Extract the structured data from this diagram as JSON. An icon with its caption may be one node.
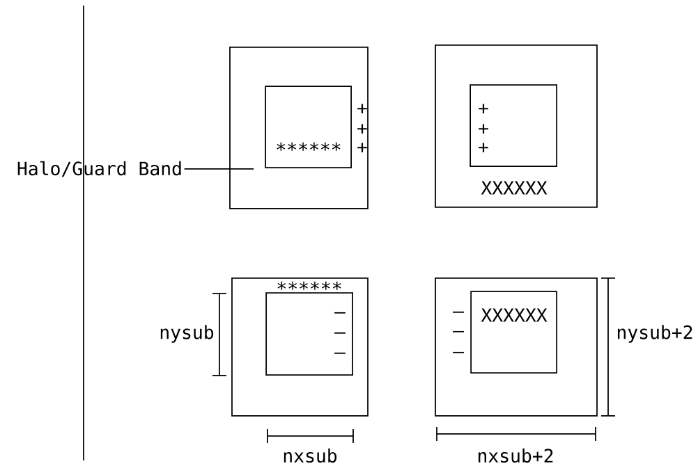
{
  "diagram": {
    "nodes": [
      {
        "text": [],
        "shape": "box"
      },
      {
        "text": [],
        "shape": "box",
        "in": 0
      },
      {
        "text": [],
        "shape": "box"
      },
      {
        "text": [],
        "shape": "box",
        "in": 2
      },
      {
        "text": [],
        "shape": "box"
      },
      {
        "text": [],
        "shape": "box",
        "in": 4
      },
      {
        "text": [],
        "shape": "box"
      },
      {
        "text": [],
        "shape": "box",
        "in": 6
      },
      {
        "text": [
          "Halo/Guard Band"
        ]
      }
    ],
    "edges": [
      {
        "from": 8,
        "to": 0,
        "arrow": "none"
      }
    ],
    "labels": [
      "+",
      "+",
      "∗∗∗∗∗∗",
      "+",
      "+",
      "+",
      "+",
      "XXXXXX",
      "∗∗∗∗∗∗",
      "–",
      "–",
      "XXXXXX",
      "–",
      "–",
      "–",
      "–",
      "nysub",
      "nysub+2",
      "nxsub",
      "nxsub+2"
    ]
  }
}
